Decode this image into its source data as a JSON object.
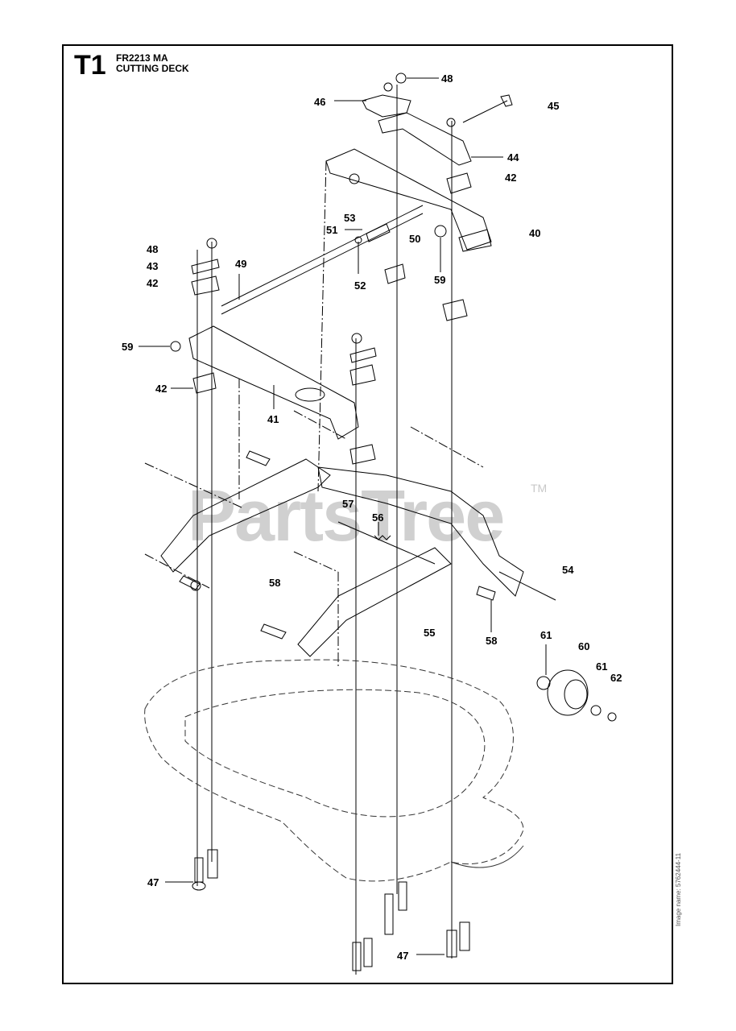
{
  "header": {
    "section_code": "T1",
    "model": "FR2213 MA",
    "title": "CUTTING DECK"
  },
  "watermark": {
    "text": "PartsTree",
    "tm": "TM"
  },
  "side_note": "Image name: 5762444-11",
  "callouts": [
    {
      "id": "c48a",
      "label": "48"
    },
    {
      "id": "c46",
      "label": "46"
    },
    {
      "id": "c45",
      "label": "45"
    },
    {
      "id": "c44",
      "label": "44"
    },
    {
      "id": "c42a",
      "label": "42"
    },
    {
      "id": "c53",
      "label": "53"
    },
    {
      "id": "c51",
      "label": "51"
    },
    {
      "id": "c50",
      "label": "50"
    },
    {
      "id": "c40",
      "label": "40"
    },
    {
      "id": "c48b",
      "label": "48"
    },
    {
      "id": "c43",
      "label": "43"
    },
    {
      "id": "c42b",
      "label": "42"
    },
    {
      "id": "c49",
      "label": "49"
    },
    {
      "id": "c52",
      "label": "52"
    },
    {
      "id": "c59a",
      "label": "59"
    },
    {
      "id": "c59b",
      "label": "59"
    },
    {
      "id": "c42c",
      "label": "42"
    },
    {
      "id": "c41",
      "label": "41"
    },
    {
      "id": "c57",
      "label": "57"
    },
    {
      "id": "c56",
      "label": "56"
    },
    {
      "id": "c54",
      "label": "54"
    },
    {
      "id": "c58a",
      "label": "58"
    },
    {
      "id": "c58b",
      "label": "58"
    },
    {
      "id": "c55",
      "label": "55"
    },
    {
      "id": "c61a",
      "label": "61"
    },
    {
      "id": "c60",
      "label": "60"
    },
    {
      "id": "c61b",
      "label": "61"
    },
    {
      "id": "c62",
      "label": "62"
    },
    {
      "id": "c47a",
      "label": "47"
    },
    {
      "id": "c47b",
      "label": "47"
    }
  ],
  "colors": {
    "line": "#000000",
    "watermark": "#d0d0d0"
  }
}
